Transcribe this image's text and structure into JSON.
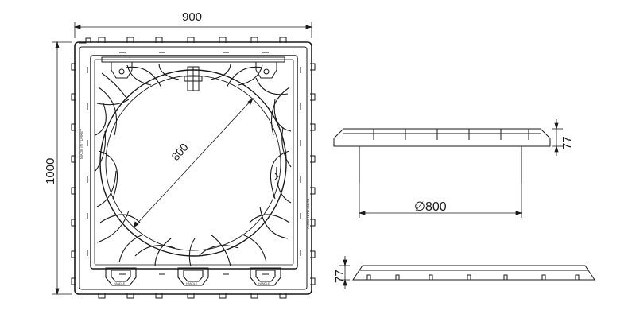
{
  "dimensions": {
    "width": "900",
    "height": "1000",
    "opening": "800",
    "frame_height_side": "77",
    "frame_height_bottom": "77",
    "cylinder_diameter": "∅800"
  },
  "stamps": {
    "left": "MADE IN TURKEY",
    "right": "MADE IN TURKEY",
    "handle": "HANDLE"
  },
  "line_color": "#1a1a1a"
}
